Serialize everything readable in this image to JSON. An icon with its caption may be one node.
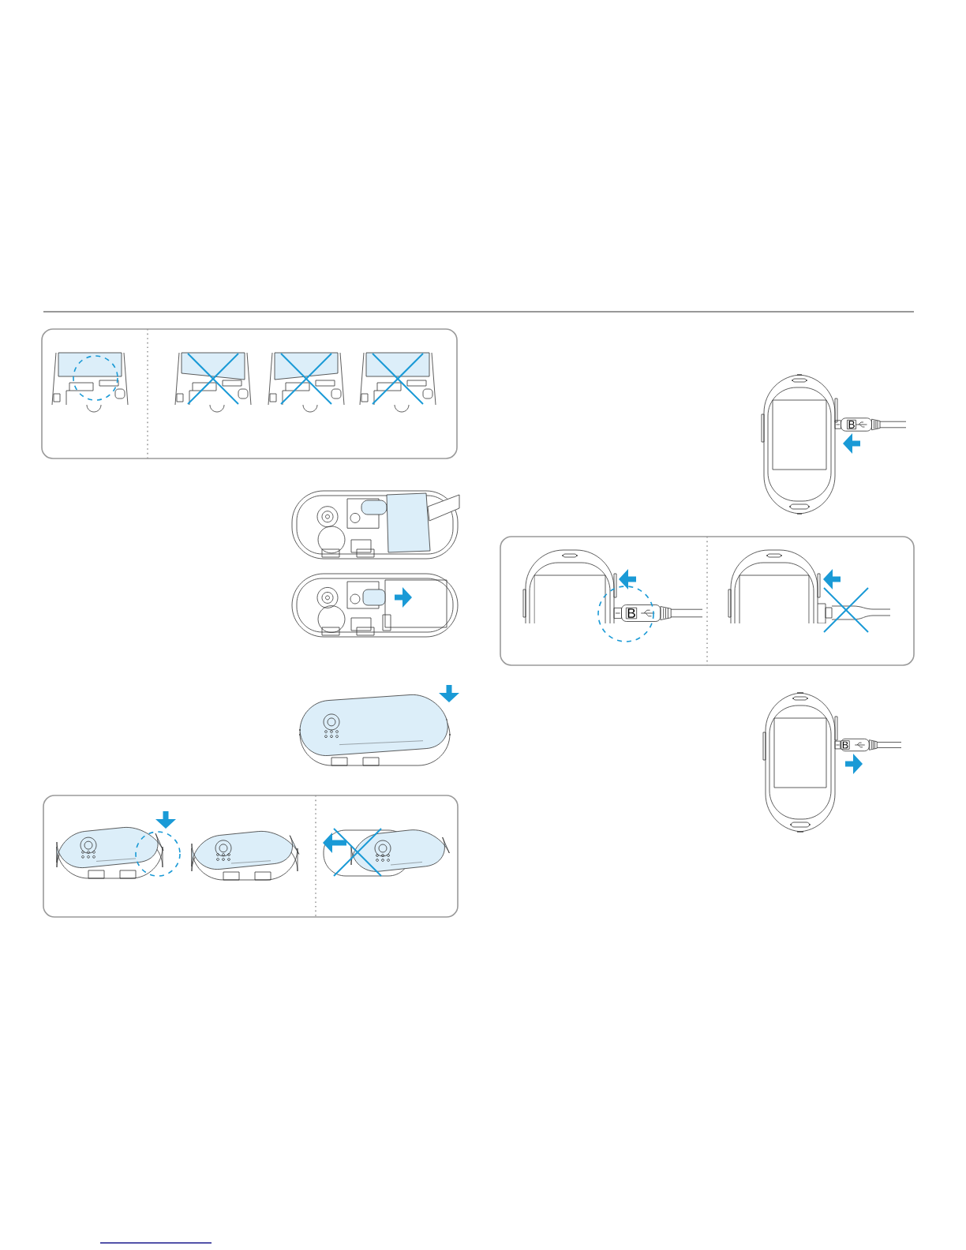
{
  "diagram": {
    "labels": [
      "B",
      "B",
      "B"
    ]
  }
}
